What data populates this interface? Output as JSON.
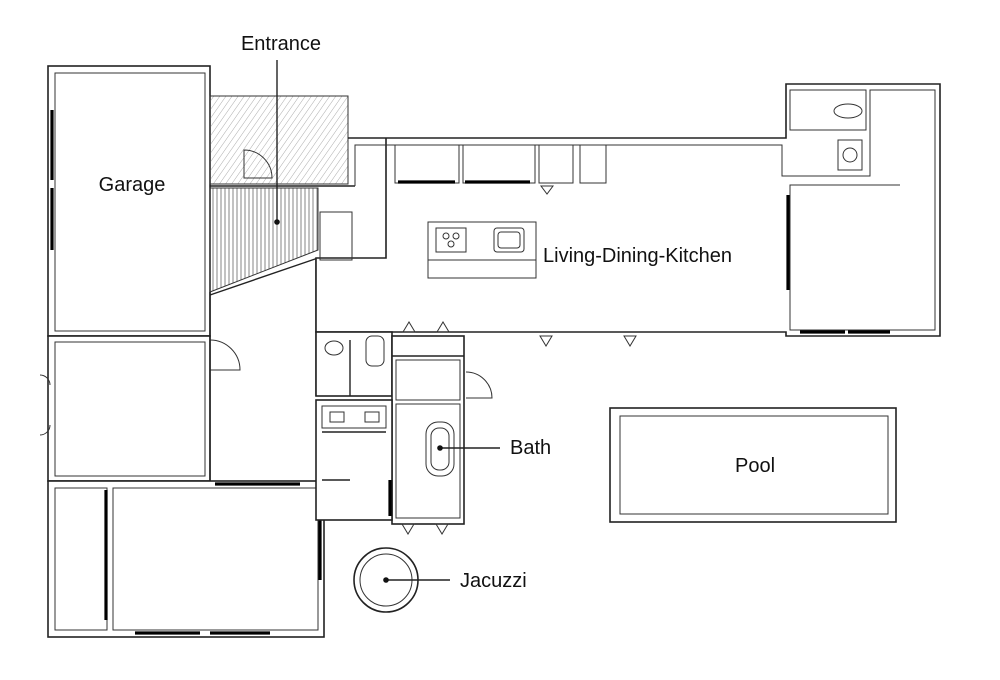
{
  "labels": {
    "entrance": "Entrance",
    "garage": "Garage",
    "living": "Living-Dining-Kitchen",
    "bath": "Bath",
    "pool": "Pool",
    "jacuzzi": "Jacuzzi"
  },
  "colors": {
    "wall": "#222222",
    "background": "#ffffff",
    "text": "#111111"
  }
}
